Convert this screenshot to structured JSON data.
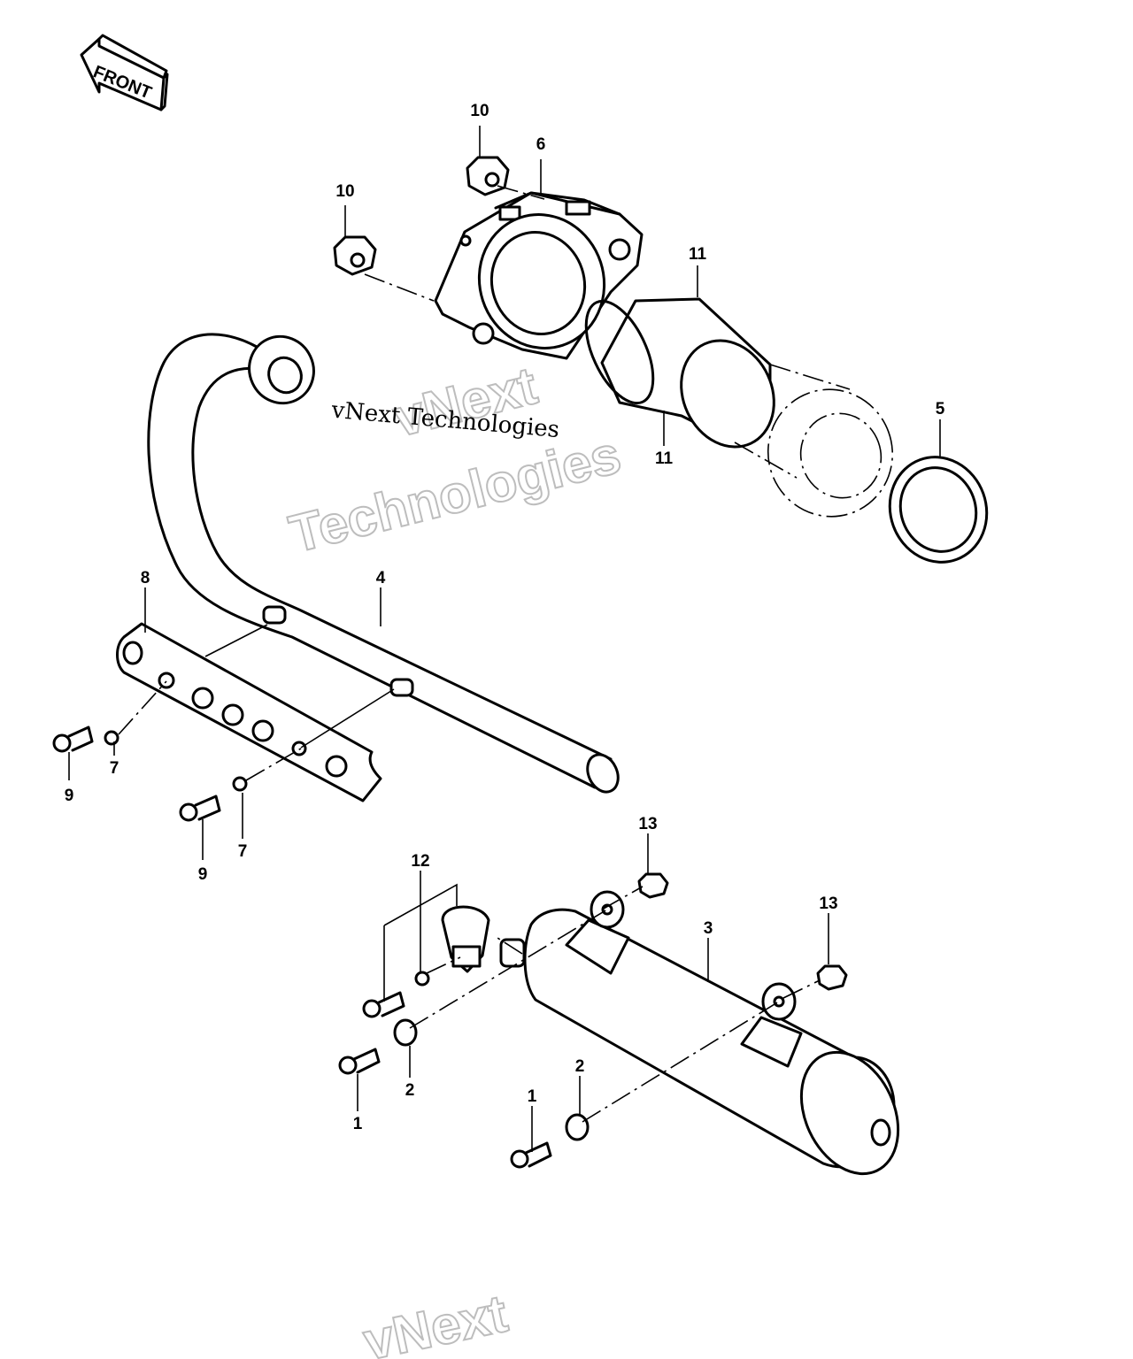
{
  "front_label": "FRONT",
  "watermarks": {
    "solid": "vNext Technologies",
    "outline_top": "vNext",
    "outline_bottom": "Technologies",
    "outline_footer": "vNext"
  },
  "callouts": {
    "c1a": "1",
    "c1b": "1",
    "c2a": "2",
    "c2b": "2",
    "c3": "3",
    "c4": "4",
    "c5": "5",
    "c6": "6",
    "c7a": "7",
    "c7b": "7",
    "c8": "8",
    "c9a": "9",
    "c9b": "9",
    "c10a": "10",
    "c10b": "10",
    "c11a": "11",
    "c11b": "11",
    "c12": "12",
    "c13a": "13",
    "c13b": "13"
  }
}
